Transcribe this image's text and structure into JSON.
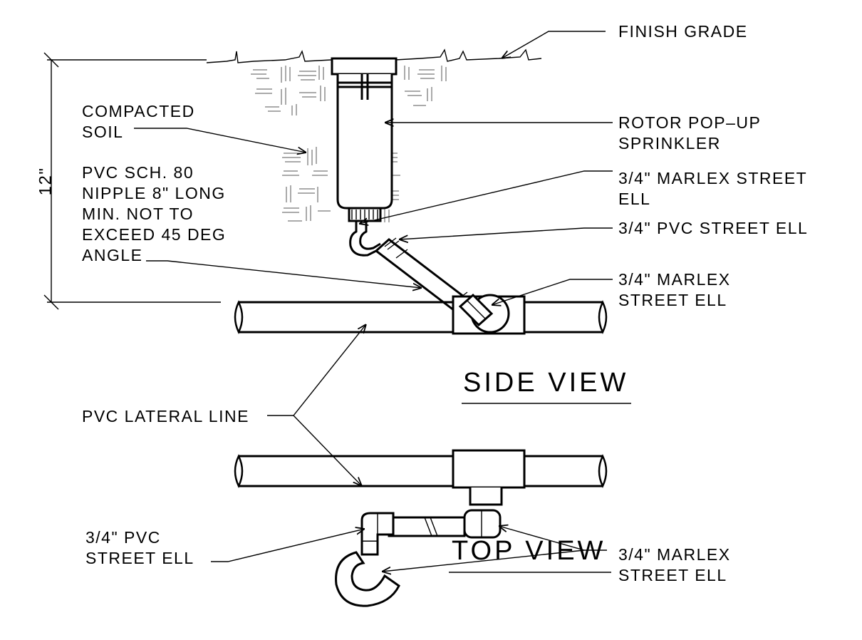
{
  "labels": {
    "finish_grade": "FINISH GRADE",
    "compacted_soil": [
      "COMPACTED",
      "SOIL"
    ],
    "rotor_sprinkler": [
      "ROTOR POP–UP",
      "SPRINKLER"
    ],
    "marlex_ell_top": [
      "3/4\" MARLEX STREET",
      "ELL"
    ],
    "pvc_street_ell": "3/4\" PVC STREET ELL",
    "marlex_ell_side": [
      "3/4\" MARLEX",
      "STREET ELL"
    ],
    "nipple": [
      "PVC SCH. 80",
      "NIPPLE 8\" LONG",
      "MIN. NOT TO",
      "EXCEED 45 DEG",
      "ANGLE"
    ],
    "dimension": "12\"",
    "lateral_line": "PVC LATERAL LINE",
    "top_pvc_ell": [
      "3/4\" PVC",
      "STREET ELL"
    ],
    "top_marlex_ell": [
      "3/4\" MARLEX",
      "STREET ELL"
    ]
  },
  "titles": {
    "side_view": "SIDE VIEW",
    "top_view": "TOP VIEW"
  }
}
